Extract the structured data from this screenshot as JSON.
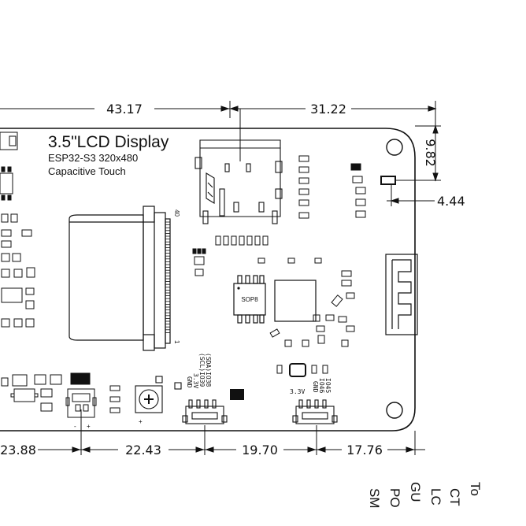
{
  "title": "3.5\"LCD Display",
  "subtitle_1": "ESP32-S3 320x480",
  "subtitle_2": "Capacitive Touch",
  "dims": {
    "top_left": "43.17",
    "top_right": "31.22",
    "right_vertical": "9.82",
    "right_horizontal": "4.44",
    "bottom_1": "23.88",
    "bottom_2": "22.43",
    "bottom_3": "19.70",
    "bottom_4": "17.76"
  },
  "fpc_pin_last": "40",
  "fpc_pin_first": "1",
  "chip_label": "SOP8",
  "conn_left_labels": [
    "(SDA)IO38",
    "(SCL)IO39",
    "3.3V",
    "GND"
  ],
  "conn_right_labels": [
    "IO45",
    "IO46",
    "GND",
    "3.3V"
  ],
  "power_minus": "-",
  "power_plus": "+",
  "pot_plus": "+",
  "side_text": [
    "To",
    "CT",
    "LC",
    "GU",
    "PO",
    "SM"
  ]
}
